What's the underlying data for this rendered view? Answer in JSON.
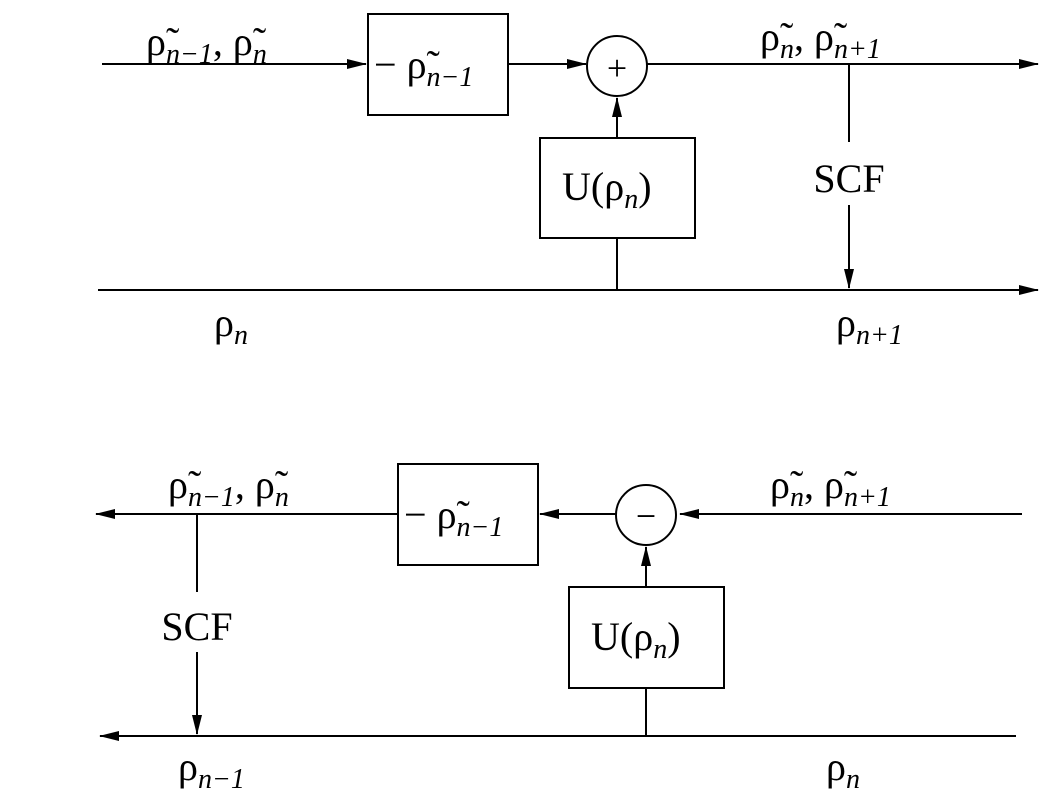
{
  "top_diagram": {
    "input_label": {
      "base": "ρ̃",
      "sub1": "n−1",
      "sep": ", ",
      "base2": "ρ̃",
      "sub2": "n"
    },
    "subtract_box": {
      "prefix": "− ",
      "base": "ρ̃",
      "sub": "n−1"
    },
    "sum_operator": "+",
    "u_box": {
      "prefix": "U(",
      "base": "ρ",
      "sub": "n",
      "suffix": ")"
    },
    "output_label": {
      "base": "ρ̃",
      "sub1": "n",
      "sep": ", ",
      "base2": "ρ̃",
      "sub2": "n+1"
    },
    "scf_label": "SCF",
    "lower_left_label": {
      "base": "ρ",
      "sub": "n"
    },
    "lower_right_label": {
      "base": "ρ",
      "sub": "n+1"
    }
  },
  "bottom_diagram": {
    "output_label": {
      "base": "ρ̃",
      "sub1": "n−1",
      "sep": ", ",
      "base2": "ρ̃",
      "sub2": "n"
    },
    "subtract_box": {
      "prefix": "− ",
      "base": "ρ̃",
      "sub": "n−1"
    },
    "diff_operator": "−",
    "u_box": {
      "prefix": "U(",
      "base": "ρ",
      "sub": "n",
      "suffix": ")"
    },
    "input_label": {
      "base": "ρ̃",
      "sub1": "n",
      "sep": ", ",
      "base2": "ρ̃",
      "sub2": "n+1"
    },
    "scf_label": "SCF",
    "lower_left_label": {
      "base": "ρ",
      "sub": "n−1"
    },
    "lower_right_label": {
      "base": "ρ",
      "sub": "n"
    }
  }
}
